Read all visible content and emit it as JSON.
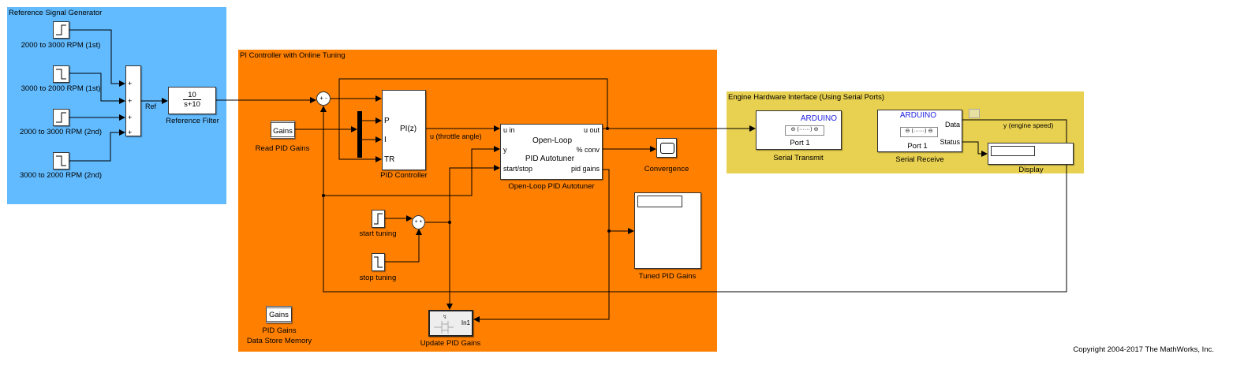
{
  "areas": {
    "reference": {
      "title": "Reference Signal Generator",
      "color": "#62bbff"
    },
    "controller": {
      "title": "PI Controller with Online Tuning",
      "color": "#ff8000"
    },
    "hardware": {
      "title": "Engine Hardware Interface (Using Serial Ports)",
      "color": "#e8d050"
    }
  },
  "blocks": {
    "step1": {
      "label": "2000 to 3000 RPM (1st)",
      "icon": "step-up-icon"
    },
    "step2": {
      "label": "3000 to 2000 RPM (1st)",
      "icon": "step-down-icon"
    },
    "step3": {
      "label": "2000 to 3000 RPM (2nd)",
      "icon": "step-up-icon"
    },
    "step4": {
      "label": "3000 to 2000 RPM (2nd)",
      "icon": "step-down-icon"
    },
    "sum_signs": [
      "+",
      "+",
      "+",
      "+"
    ],
    "ref_signal": "Ref",
    "filter": {
      "numerator": "10",
      "denominator": "s+10",
      "label": "Reference Filter"
    },
    "error_sum_signs": "+ -",
    "read_gains": {
      "text": "Gains",
      "label": "Read PID Gains"
    },
    "pid": {
      "text": "PI(z)",
      "ports": [
        "P",
        "I",
        "TR"
      ],
      "label": "PID Controller"
    },
    "u_signal": "u (throttle angle)",
    "autotuner": {
      "title1": "Open-Loop",
      "title2": "PID Autotuner",
      "in_ports": [
        "u in",
        "y",
        "start/stop"
      ],
      "out_ports": [
        "u out",
        "% conv",
        "pid gains"
      ],
      "label": "Open-Loop PID Autotuner"
    },
    "convergence": {
      "label": "Convergence"
    },
    "tuned_gains": {
      "label": "Tuned PID Gains"
    },
    "start_tuning": {
      "label": "start tuning"
    },
    "stop_tuning": {
      "label": "stop tuning"
    },
    "tuning_sum_signs": "+ +",
    "data_store": {
      "text": "Gains",
      "label1": "PID Gains",
      "label2": "Data Store Memory"
    },
    "update_gains": {
      "port": "In1",
      "label": "Update PID Gains"
    },
    "serial_transmit": {
      "brand": "ARDUINO",
      "port": "Port 1",
      "label": "Serial Transmit"
    },
    "serial_receive": {
      "brand": "ARDUINO",
      "port": "Port 1",
      "out_ports": [
        "Data",
        "Status"
      ],
      "label": "Serial Receive"
    },
    "y_signal": "y (engine speed)",
    "display": {
      "label": "Display"
    }
  },
  "copyright": "Copyright 2004-2017 The MathWorks, Inc."
}
